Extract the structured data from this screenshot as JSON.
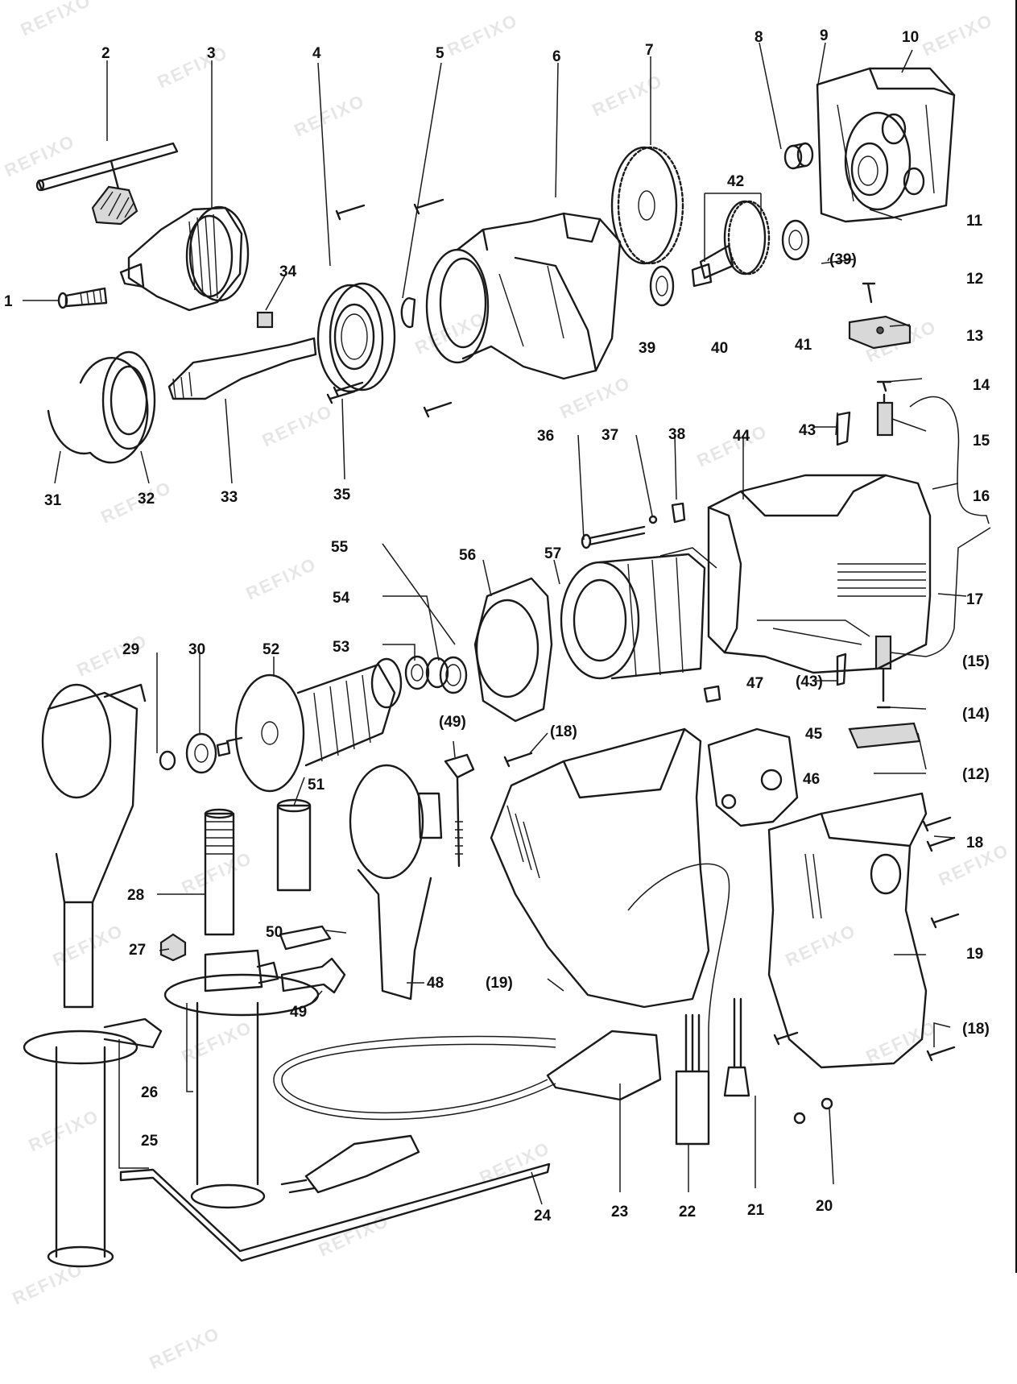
{
  "watermark": "REFIXO",
  "parts": [
    {
      "id": "1",
      "label": "1",
      "name": "chuck-screw"
    },
    {
      "id": "2",
      "label": "2",
      "name": "chuck-key"
    },
    {
      "id": "3",
      "label": "3",
      "name": "keyed-chuck"
    },
    {
      "id": "4",
      "label": "4",
      "name": "ball-bearing"
    },
    {
      "id": "5",
      "label": "5",
      "name": "circlip"
    },
    {
      "id": "6",
      "label": "6",
      "name": "gear-housing"
    },
    {
      "id": "7",
      "label": "7",
      "name": "spur-gear"
    },
    {
      "id": "8",
      "label": "8",
      "name": "sleeve"
    },
    {
      "id": "9",
      "label": "9",
      "name": "intermediate-flange"
    },
    {
      "id": "10",
      "label": "10",
      "name": "flange-seal"
    },
    {
      "id": "11",
      "label": "11",
      "name": "flange-bearing-seat"
    },
    {
      "id": "12",
      "label": "12",
      "name": "screw-small"
    },
    {
      "id": "13",
      "label": "13",
      "name": "cable-clamp"
    },
    {
      "id": "14",
      "label": "14",
      "name": "brush-screw"
    },
    {
      "id": "15",
      "label": "15",
      "name": "carbon-brush"
    },
    {
      "id": "16",
      "label": "16",
      "name": "wire"
    },
    {
      "id": "17",
      "label": "17",
      "name": "wire-long"
    },
    {
      "id": "18",
      "label": "18",
      "name": "housing-screw"
    },
    {
      "id": "19",
      "label": "19",
      "name": "handle-half-right"
    },
    {
      "id": "20",
      "label": "20",
      "name": "screw-pair"
    },
    {
      "id": "21",
      "label": "21",
      "name": "capacitor"
    },
    {
      "id": "22",
      "label": "22",
      "name": "suppressor"
    },
    {
      "id": "23",
      "label": "23",
      "name": "cable-sleeve"
    },
    {
      "id": "24",
      "label": "24",
      "name": "depth-gauge"
    },
    {
      "id": "25",
      "label": "25",
      "name": "side-handle-complete"
    },
    {
      "id": "26",
      "label": "26",
      "name": "side-handle-grip"
    },
    {
      "id": "27",
      "label": "27",
      "name": "nut"
    },
    {
      "id": "28",
      "label": "28",
      "name": "threaded-tube"
    },
    {
      "id": "29",
      "label": "29",
      "name": "small-ring"
    },
    {
      "id": "30",
      "label": "30",
      "name": "armature-bearing"
    },
    {
      "id": "31",
      "label": "31",
      "name": "retaining-ring"
    },
    {
      "id": "32",
      "label": "32",
      "name": "seal-washer"
    },
    {
      "id": "33",
      "label": "33",
      "name": "drive-spindle"
    },
    {
      "id": "34",
      "label": "34",
      "name": "key"
    },
    {
      "id": "35",
      "label": "35",
      "name": "screw"
    },
    {
      "id": "36",
      "label": "36",
      "name": "long-screw"
    },
    {
      "id": "37",
      "label": "37",
      "name": "washer"
    },
    {
      "id": "38",
      "label": "38",
      "name": "clip"
    },
    {
      "id": "39",
      "label": "39",
      "name": "needle-bearing"
    },
    {
      "id": "40",
      "label": "40",
      "name": "pinion-shaft"
    },
    {
      "id": "41",
      "label": "41",
      "name": "gear-shaft"
    },
    {
      "id": "42",
      "label": "42",
      "name": "gear-assembly"
    },
    {
      "id": "43",
      "label": "43",
      "name": "brush-holder-clip"
    },
    {
      "id": "44",
      "label": "44",
      "name": "motor-housing"
    },
    {
      "id": "45",
      "label": "45",
      "name": "strain-relief"
    },
    {
      "id": "46",
      "label": "46",
      "name": "switch"
    },
    {
      "id": "47",
      "label": "47",
      "name": "plug"
    },
    {
      "id": "48",
      "label": "48",
      "name": "clamp-ring-handle"
    },
    {
      "id": "49",
      "label": "49",
      "name": "wing-bolt"
    },
    {
      "id": "50",
      "label": "50",
      "name": "wing-screw"
    },
    {
      "id": "51",
      "label": "51",
      "name": "tube"
    },
    {
      "id": "52",
      "label": "52",
      "name": "armature"
    },
    {
      "id": "53",
      "label": "53",
      "name": "bearing-small"
    },
    {
      "id": "54",
      "label": "54",
      "name": "bearing-cap"
    },
    {
      "id": "55",
      "label": "55",
      "name": "ring"
    },
    {
      "id": "56",
      "label": "56",
      "name": "air-guide"
    },
    {
      "id": "57",
      "label": "57",
      "name": "field"
    }
  ],
  "callouts": [
    {
      "id": "c39b",
      "text": "(39)"
    },
    {
      "id": "c15b",
      "text": "(15)"
    },
    {
      "id": "c14b",
      "text": "(14)"
    },
    {
      "id": "c43b",
      "text": "(43)"
    },
    {
      "id": "c12b",
      "text": "(12)"
    },
    {
      "id": "c18a",
      "text": "(18)"
    },
    {
      "id": "c18b",
      "text": "(18)"
    },
    {
      "id": "c49a",
      "text": "(49)"
    },
    {
      "id": "c19a",
      "text": "(19)"
    }
  ]
}
